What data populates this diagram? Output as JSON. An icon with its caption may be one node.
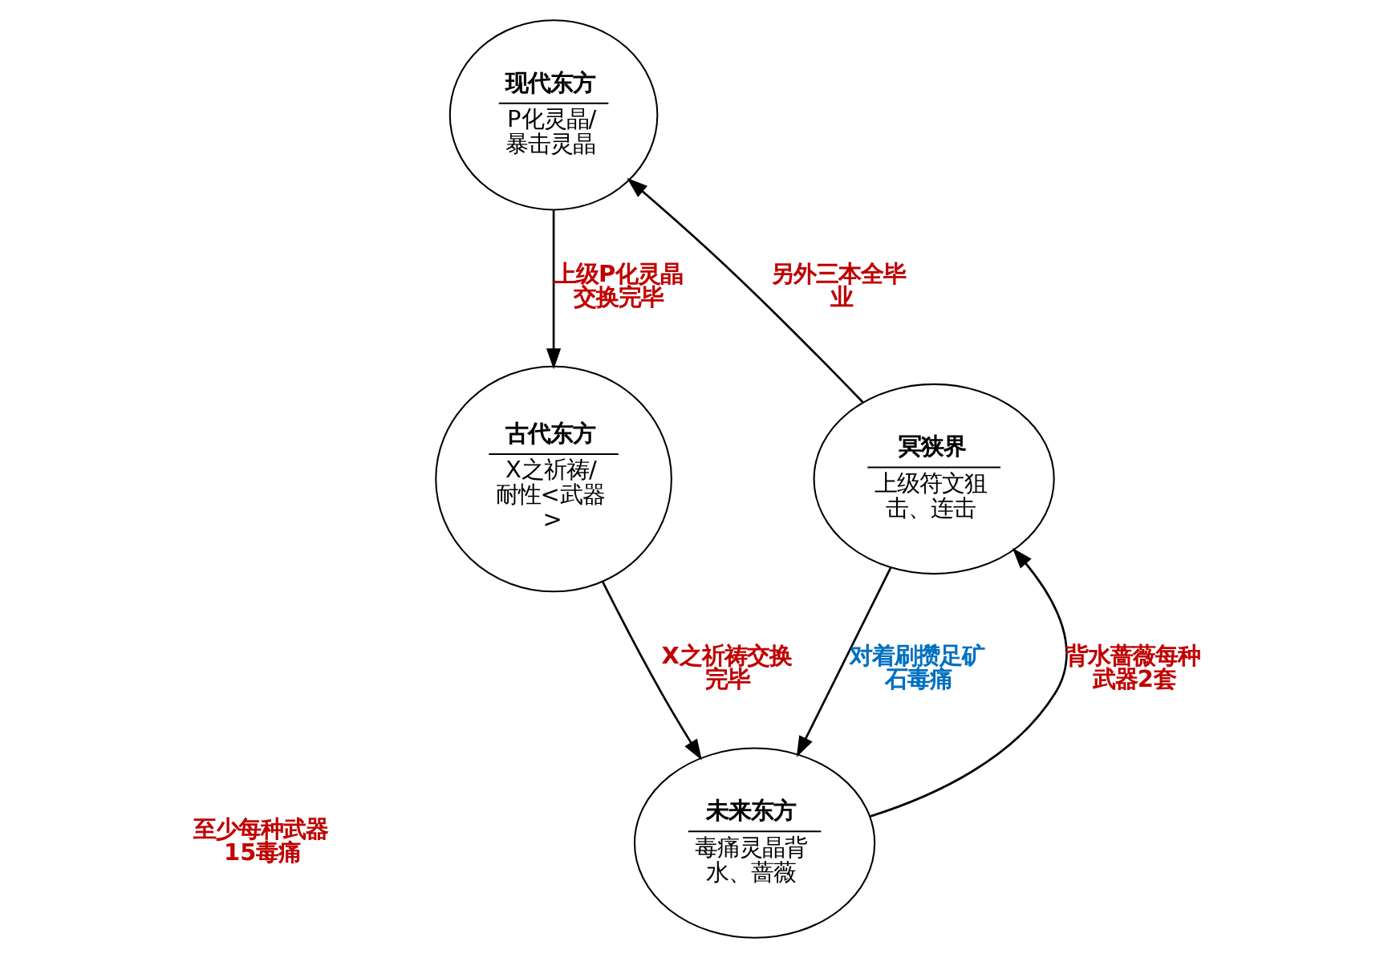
{
  "diagram": {
    "nodes": [
      {
        "text": [
          "现代东方",
          "P化灵晶/暴击灵晶"
        ]
      },
      {
        "text": [
          "古代东方",
          "X之祈祷/耐性<武器>"
        ]
      },
      {
        "text": [
          "未来东方",
          "毒痛灵晶背水、蔷薇"
        ]
      },
      {
        "text": [
          "冥狭界",
          "上级符文狙击、连击"
        ]
      }
    ],
    "edges": [
      {
        "from": 0,
        "to": 1,
        "arrow": "to",
        "label": "上级P化灵晶交换完毕"
      },
      {
        "from": 1,
        "to": 2,
        "arrow": "to",
        "label": "X之祈祷交换完毕"
      },
      {
        "from": 2,
        "to": 3,
        "arrow": "to",
        "label": "背水蔷薇每种武器2套"
      },
      {
        "from": 3,
        "to": 0,
        "arrow": "to",
        "label": "另外三本全毕业"
      },
      {
        "from": 3,
        "to": 2,
        "arrow": "to",
        "label": "对着刷攒足矿石毒痛"
      }
    ],
    "labels": [
      "至少每种武器15毒痛"
    ]
  }
}
